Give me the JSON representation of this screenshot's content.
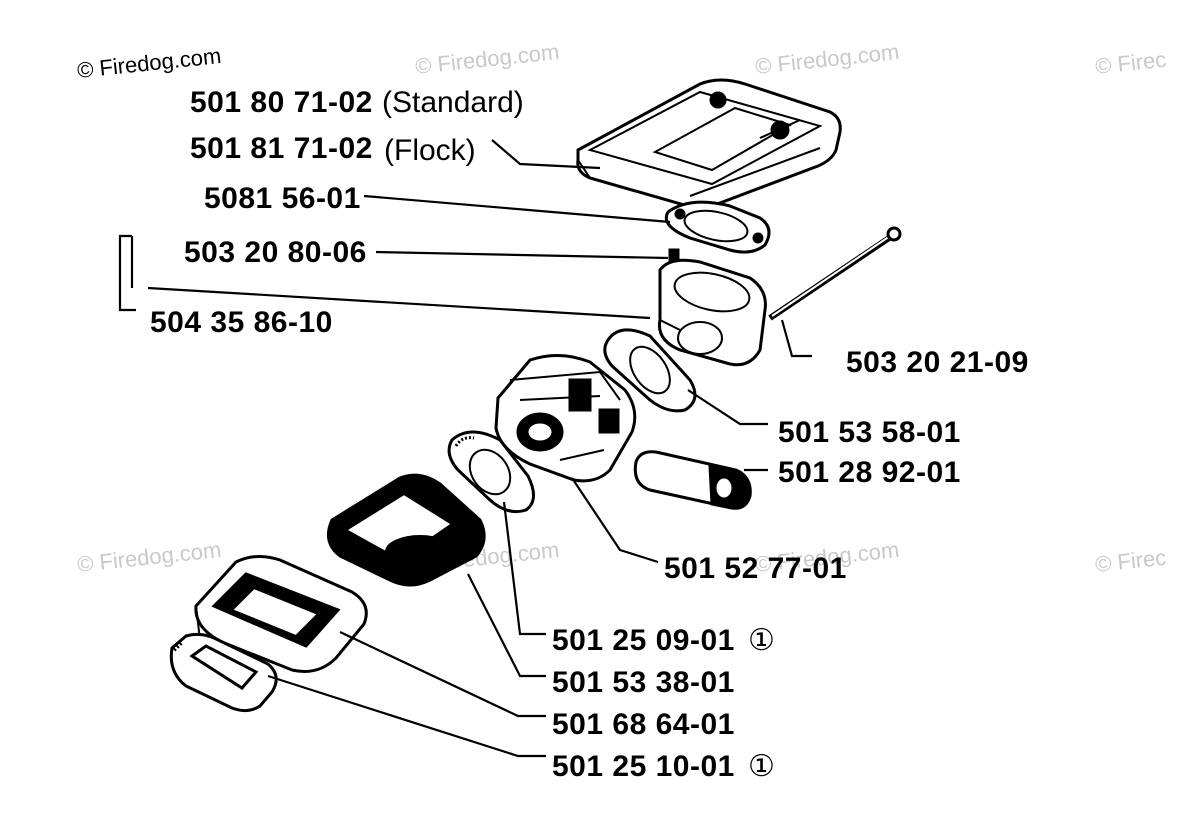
{
  "watermarks": {
    "primary": "© Firedog.com",
    "faint": "© Firedog.com",
    "faint_cut": "© Firec"
  },
  "labels": {
    "filter_cover_standard": "501 80 71-02",
    "filter_cover_standard_note": "(Standard)",
    "filter_cover_flock": "501 81 71-02",
    "filter_cover_flock_note": "(Flock)",
    "gasket_top": "5081 56-01",
    "stud": "503 20 80-06",
    "filter_holder": "504 35 86-10",
    "rod": "503 20 21-09",
    "carb_gasket": "501 53 58-01",
    "fuel_part": "501 28 92-01",
    "carburetor": "501 52 77-01",
    "gasket_mid": "501 25 09-01",
    "gasket_mid_mark": "①",
    "intake_block": "501 53 38-01",
    "intake_boot": "501 68 64-01",
    "gasket_bottom": "501 25 10-01",
    "gasket_bottom_mark": "①"
  }
}
